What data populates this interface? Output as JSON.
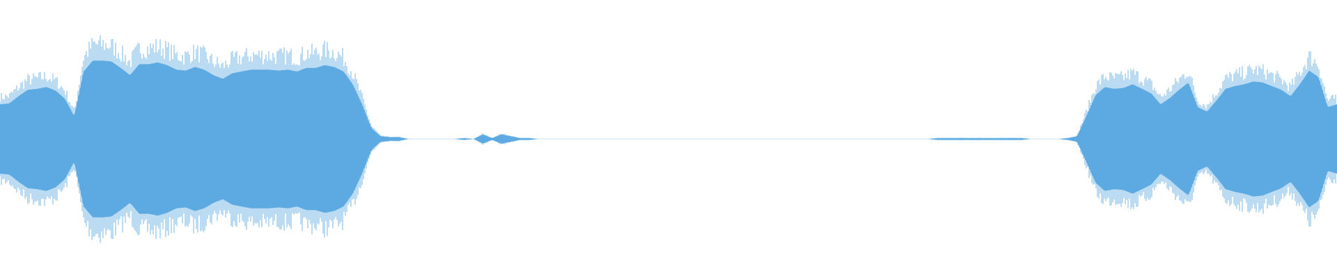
{
  "waveform": {
    "color": "#5DAAE2",
    "background": "#FFFFFF",
    "amplitude_envelope": [
      0.38,
      0.39,
      0.47,
      0.54,
      0.55,
      0.57,
      0.53,
      0.44,
      0.25,
      0.74,
      0.86,
      0.86,
      0.85,
      0.78,
      0.7,
      0.82,
      0.82,
      0.84,
      0.81,
      0.76,
      0.75,
      0.79,
      0.76,
      0.7,
      0.66,
      0.72,
      0.74,
      0.76,
      0.76,
      0.76,
      0.75,
      0.76,
      0.74,
      0.78,
      0.78,
      0.81,
      0.79,
      0.74,
      0.6,
      0.38,
      0.12,
      0.03,
      0.02,
      0.02,
      0.0,
      0.0,
      0.0,
      0.0,
      0.0,
      0.0,
      0.01,
      0.0,
      0.05,
      0.01,
      0.05,
      0.03,
      0.01,
      0.01,
      0.0,
      0.0,
      0.0,
      0.0,
      0.0,
      0.0,
      0.0,
      0.0,
      0.0,
      0.0,
      0.0,
      0.0,
      0.0,
      0.0,
      0.0,
      0.0,
      0.0,
      0.0,
      0.0,
      0.0,
      0.0,
      0.0,
      0.0,
      0.0,
      0.0,
      0.0,
      0.0,
      0.0,
      0.0,
      0.0,
      0.0,
      0.0,
      0.0,
      0.0,
      0.0,
      0.0,
      0.0,
      0.0,
      0.0,
      0.0,
      0.0,
      0.0,
      0.0,
      0.01,
      0.01,
      0.01,
      0.01,
      0.01,
      0.01,
      0.01,
      0.01,
      0.01,
      0.01,
      0.0,
      0.0,
      0.0,
      0.0,
      0.01,
      0.03,
      0.25,
      0.48,
      0.57,
      0.55,
      0.56,
      0.6,
      0.55,
      0.5,
      0.38,
      0.45,
      0.54,
      0.62,
      0.35,
      0.3,
      0.42,
      0.55,
      0.58,
      0.6,
      0.63,
      0.62,
      0.58,
      0.54,
      0.47,
      0.6,
      0.75,
      0.68,
      0.35,
      0.38
    ]
  }
}
